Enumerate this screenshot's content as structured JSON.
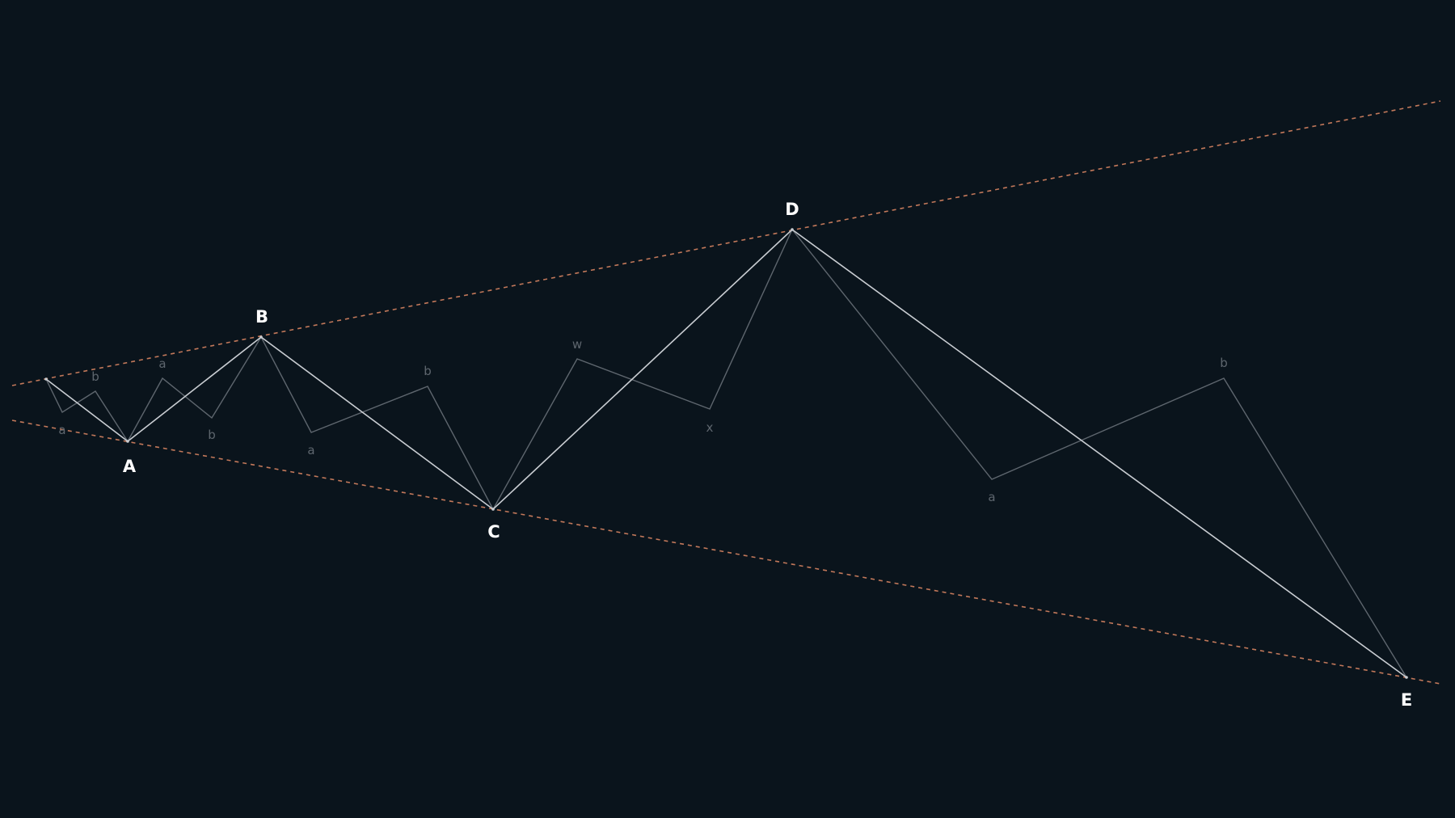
{
  "diagram": {
    "colors": {
      "background": "#0a141c",
      "main_wave": "#c9cdd2",
      "sub_wave": "#5e666e",
      "trendline": "#c2785a",
      "main_label": "#ffffff",
      "sub_label": "#5e666e"
    },
    "main_points": [
      {
        "id": "start",
        "label": ""
      },
      {
        "id": "a",
        "label": "A"
      },
      {
        "id": "b",
        "label": "B"
      },
      {
        "id": "c",
        "label": "C"
      },
      {
        "id": "d",
        "label": "D"
      },
      {
        "id": "e",
        "label": "E"
      }
    ],
    "sub_waves": [
      {
        "id": "wave-a-sub",
        "labels": [
          "a",
          "b"
        ]
      },
      {
        "id": "wave-b-sub",
        "labels": [
          "a",
          "b"
        ]
      },
      {
        "id": "wave-c-sub",
        "labels": [
          "a",
          "b"
        ]
      },
      {
        "id": "wave-d-sub",
        "labels": [
          "w",
          "x"
        ]
      },
      {
        "id": "wave-e-sub",
        "labels": [
          "a",
          "b"
        ]
      }
    ]
  }
}
